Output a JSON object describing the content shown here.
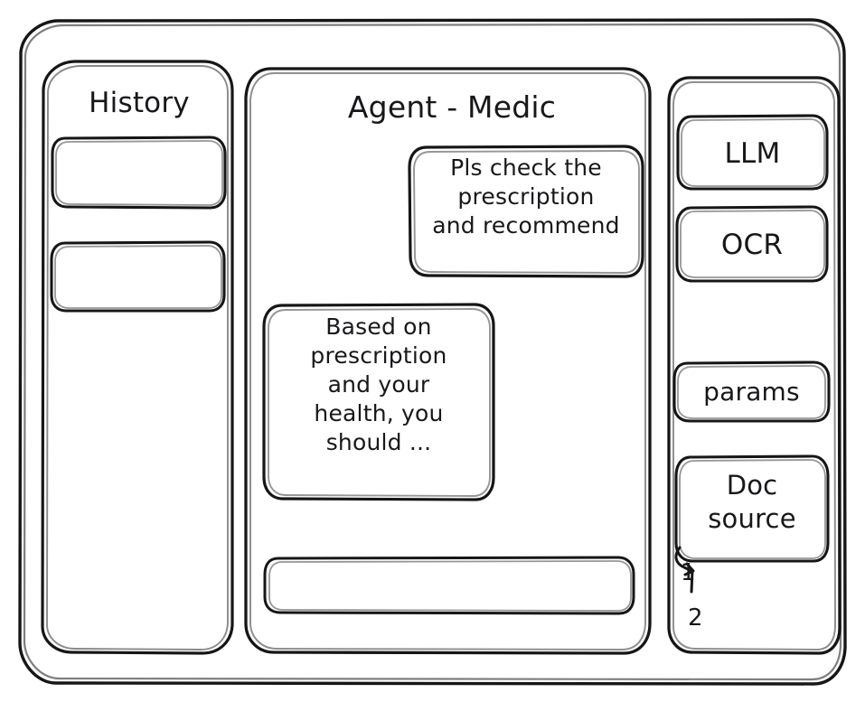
{
  "window": {
    "style": "hand-drawn-wireframe",
    "background_color": "#ffffff",
    "ink_color": "#161616"
  },
  "sidebar_left": {
    "title": "History",
    "items": [
      {
        "label": "",
        "name": "history-item-1"
      },
      {
        "label": "",
        "name": "history-item-2"
      }
    ]
  },
  "main": {
    "title": "Agent - Medic",
    "messages": [
      {
        "role": "user",
        "text": "Pls check the\nprescription\nand recommend",
        "align": "right"
      },
      {
        "role": "agent",
        "text": "Based on\nprescription\nand your\nhealth, you\nshould ...",
        "align": "left"
      }
    ],
    "composer": {
      "value": "",
      "placeholder": ""
    }
  },
  "sidebar_right": {
    "tools": [
      {
        "label": "LLM"
      },
      {
        "label": "OCR"
      }
    ],
    "params_label": "params",
    "doc_source": {
      "label": "Doc\nsource",
      "sources": [
        {
          "number": "1"
        },
        {
          "number": "2"
        }
      ]
    }
  }
}
